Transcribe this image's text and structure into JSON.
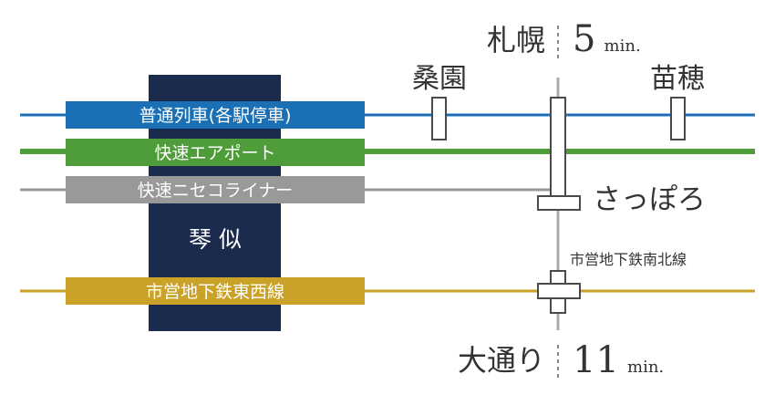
{
  "lines": [
    {
      "id": "local",
      "label": "普通列車(各駅停車)",
      "color": "#1a6fb5"
    },
    {
      "id": "airport",
      "label": "快速エアポート",
      "color": "#4f9c3a"
    },
    {
      "id": "niseko",
      "label": "快速ニセコライナー",
      "color": "#999999"
    },
    {
      "id": "subway",
      "label": "市営地下鉄東西線",
      "color": "#c9a227"
    }
  ],
  "origin": {
    "label": "琴 似",
    "color": "#1b2b4e"
  },
  "stations": {
    "soen": "桑園",
    "naebo": "苗穂",
    "sapporo_jr": "札幌",
    "sapporo_subway": "さっぽろ",
    "odori": "大通り"
  },
  "transfer_line_label": "市営地下鉄南北線",
  "times": {
    "sapporo": {
      "value": "5",
      "unit": "min."
    },
    "odori": {
      "value": "11",
      "unit": "min."
    }
  },
  "colors": {
    "marker_stroke": "#4a4a4a",
    "divider": "#888888",
    "transfer_vertical": "#aaaaaa"
  }
}
